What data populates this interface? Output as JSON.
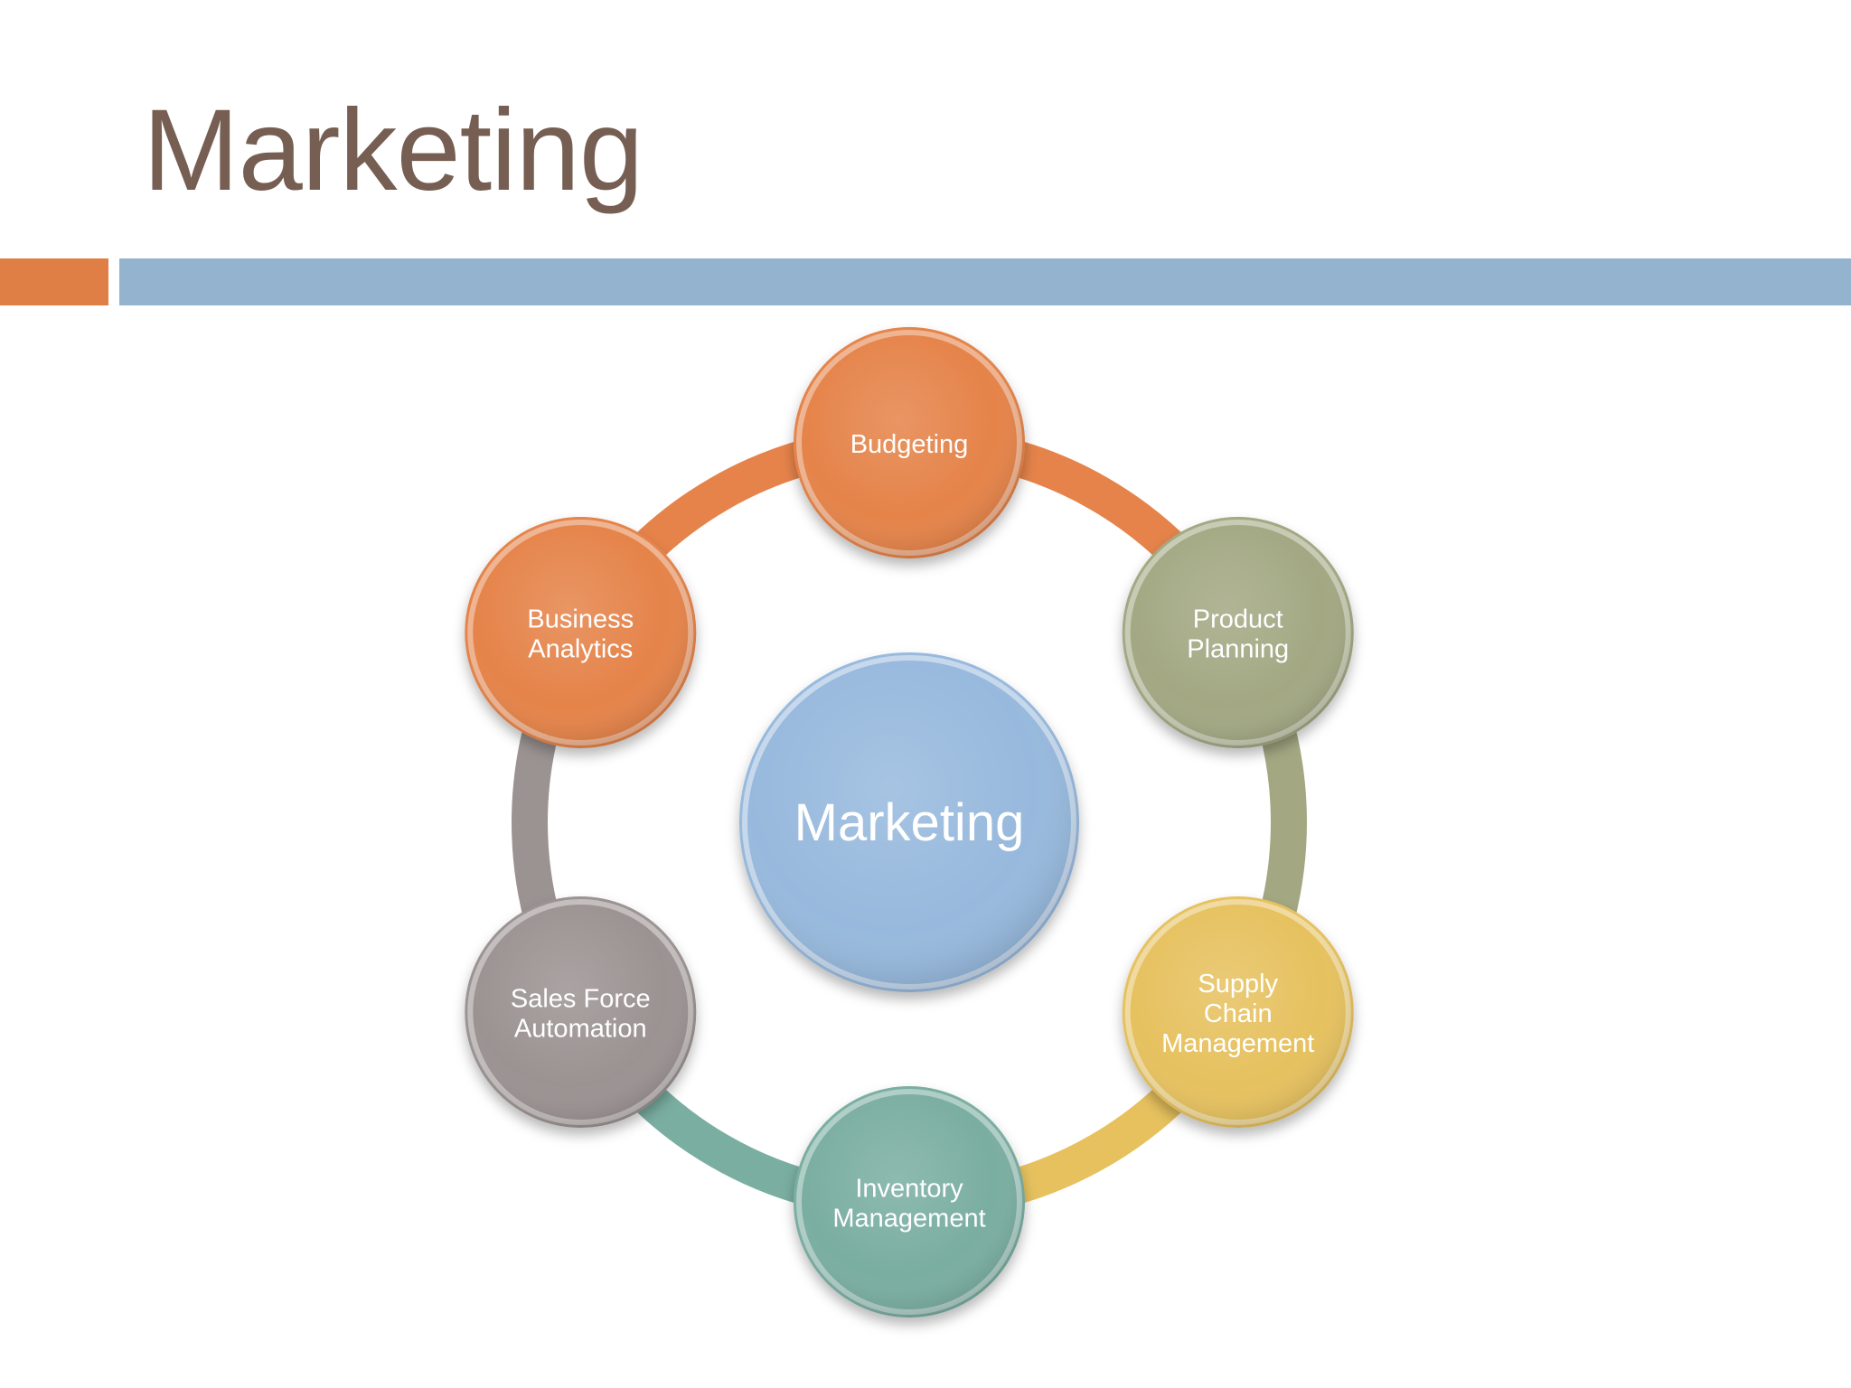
{
  "slide": {
    "title": "Marketing"
  },
  "diagram": {
    "center": {
      "label": "Marketing",
      "color": "#97b9dd"
    },
    "nodes": [
      {
        "id": "budgeting",
        "lines": [
          "Budgeting"
        ],
        "color": "#e5834a"
      },
      {
        "id": "product-planning",
        "lines": [
          "Product",
          "Planning"
        ],
        "color": "#a3a883"
      },
      {
        "id": "supply-chain-management",
        "lines": [
          "Supply",
          "Chain",
          "Management"
        ],
        "color": "#e6c15e"
      },
      {
        "id": "inventory-management",
        "lines": [
          "Inventory",
          "Management"
        ],
        "color": "#7aaea1"
      },
      {
        "id": "sales-force-automation",
        "lines": [
          "Sales Force",
          "Automation"
        ],
        "color": "#9b9392"
      },
      {
        "id": "business-analytics",
        "lines": [
          "Business",
          "Analytics"
        ],
        "color": "#e5834a"
      }
    ],
    "arcs": [
      {
        "from": "budgeting",
        "to": "product-planning",
        "color": "#e5834a"
      },
      {
        "from": "product-planning",
        "to": "supply-chain-management",
        "color": "#a3a883"
      },
      {
        "from": "supply-chain-management",
        "to": "inventory-management",
        "color": "#e6c15e"
      },
      {
        "from": "inventory-management",
        "to": "sales-force-automation",
        "color": "#7aaea1"
      },
      {
        "from": "sales-force-automation",
        "to": "business-analytics",
        "color": "#9b9392"
      },
      {
        "from": "business-analytics",
        "to": "budgeting",
        "color": "#e5834a"
      }
    ]
  },
  "colors": {
    "title": "#765e52",
    "accent_orange": "#e07f45",
    "accent_blue": "#93b3cf"
  }
}
